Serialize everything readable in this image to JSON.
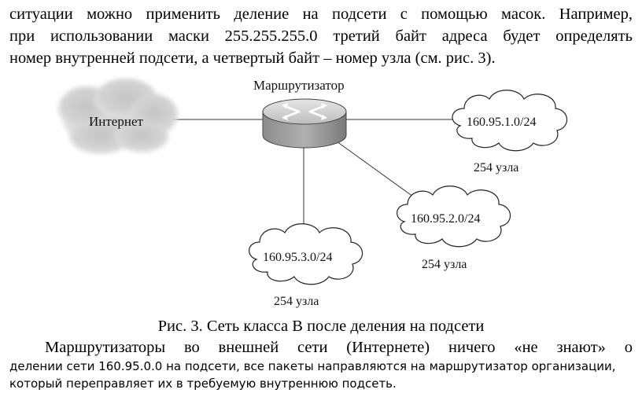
{
  "paragraph_top": {
    "lines": [
      "ситуации можно применить деление на подсети с помощью масок. Например,",
      "при использовании маски 255.255.255.0 третий байт адреса будет определять",
      "номер внутренней подсети, а четвертый байт – номер узла (см. рис. 3)."
    ]
  },
  "diagram": {
    "router_label": "Маршрутизатор",
    "internet_label": "Интернет",
    "subnet_1": {
      "address": "160.95.1.0/24",
      "hosts": "254 узла"
    },
    "subnet_2": {
      "address": "160.95.2.0/24",
      "hosts": "254 узла"
    },
    "subnet_3": {
      "address": "160.95.3.0/24",
      "hosts": "254 узла"
    }
  },
  "caption": "Рис. 3. Сеть класса В после деления на подсети",
  "paragraph_bottom": {
    "first_line": "Маршрутизаторы во внешней сети (Интернете) ничего «не знают» о",
    "rest_lines": [
      "делении сети 160.95.0.0 на подсети, все пакеты направляются на маршрутизатор организации,",
      "который переправляет их в требуемую внутреннюю подсеть."
    ]
  }
}
